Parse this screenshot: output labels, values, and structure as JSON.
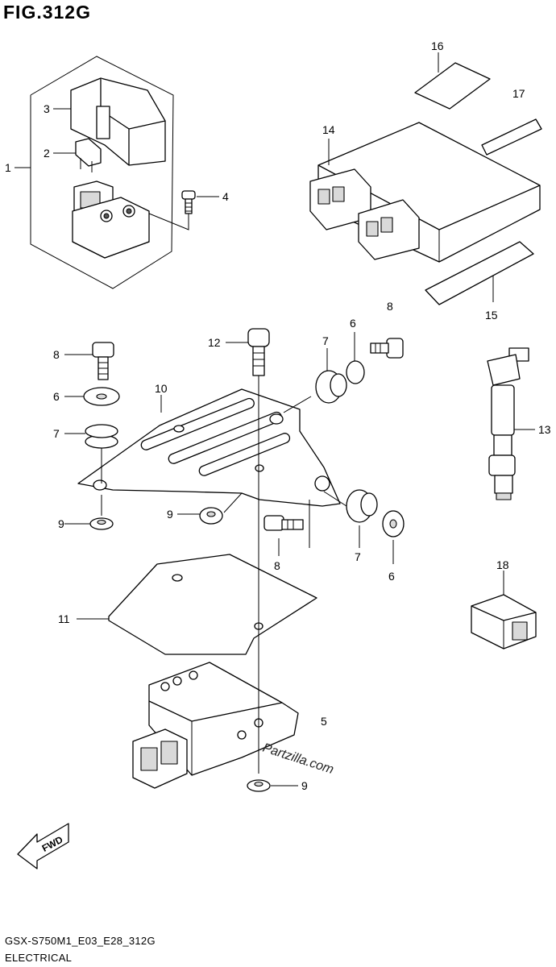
{
  "figure": {
    "title": "FIG.312G",
    "model_code": "GSX-S750M1_E03_E28_312G",
    "section": "ELECTRICAL",
    "watermark": "Partzilla.com",
    "fwd_label": "FWD"
  },
  "callouts": [
    "1",
    "2",
    "3",
    "4",
    "5",
    "6",
    "7",
    "8",
    "9",
    "10",
    "11",
    "12",
    "13",
    "14",
    "15",
    "16",
    "17",
    "18"
  ],
  "colors": {
    "line": "#000000",
    "part_fill": "#ffffff",
    "shade": "#d9d9d9"
  }
}
